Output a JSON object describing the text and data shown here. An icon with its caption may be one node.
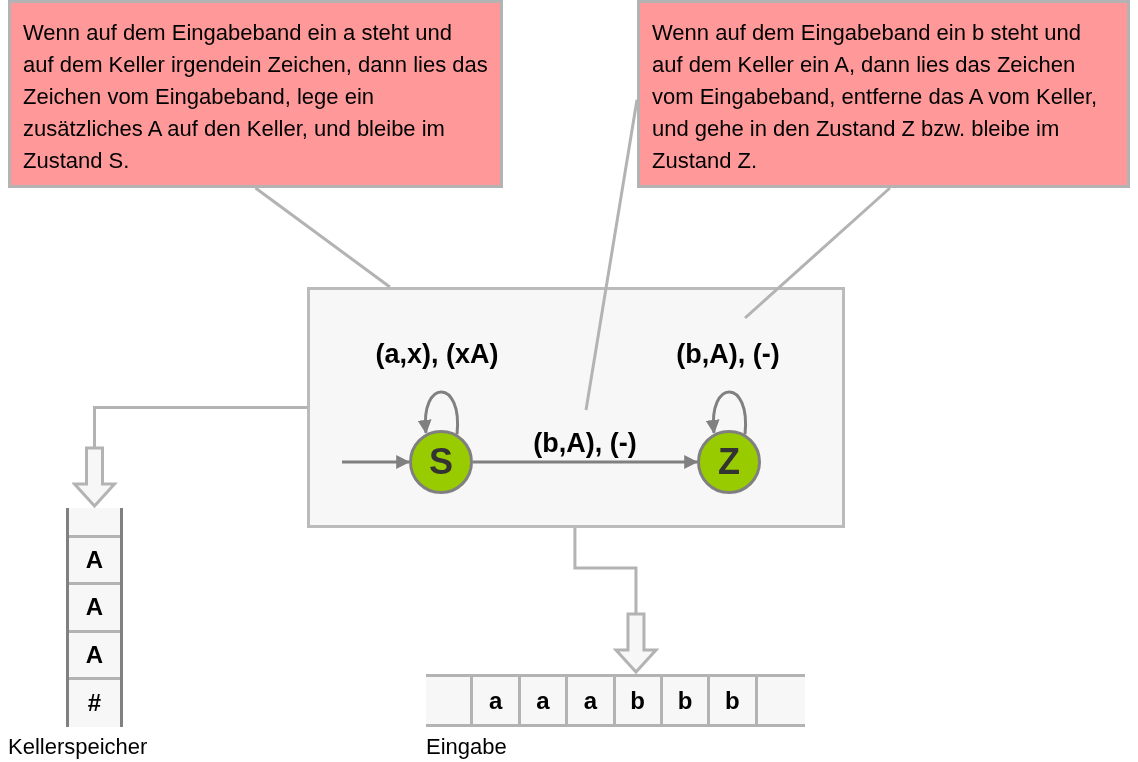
{
  "diagram": {
    "nodes": [
      {
        "text": [
          "Wenn auf dem Eingabeband ein a steht und auf dem Keller irgendein Zeichen, dann lies das Zeichen vom Eingabeband, lege ein zusätzliches A auf den Keller, und bleibe im Zustand S."
        ]
      },
      {
        "text": [
          "Wenn auf dem Eingabeband ein b steht und auf dem Keller ein A, dann lies das Zeichen vom Eingabeband, entferne das A vom Keller, und gehe in den Zustand Z bzw. bleibe im Zustand Z."
        ]
      },
      {
        "text": [],
        "shape": "box"
      },
      {
        "text": [
          "S"
        ],
        "in": 2
      },
      {
        "text": [
          "Z"
        ],
        "in": 2
      },
      {
        "text": [
          "A",
          "A",
          "A",
          "#"
        ],
        "beside": [
          "Kellerspeicher"
        ]
      },
      {
        "text": [
          "a",
          "a",
          "a",
          "b",
          "b",
          "b"
        ],
        "beside": [
          "Eingabe"
        ]
      }
    ],
    "edges": [
      {
        "from": 0,
        "to": 2,
        "arrow": "none"
      },
      {
        "from": 1,
        "to": null,
        "arrow": "none"
      },
      {
        "from": 1,
        "to": null,
        "arrow": "none"
      },
      {
        "from": null,
        "to": 3,
        "arrow": "to",
        "color": "#808080"
      },
      {
        "from": 3,
        "to": 3,
        "arrow": "to",
        "label": "(a,x), (xA)",
        "color": "#808080"
      },
      {
        "from": 3,
        "to": 4,
        "arrow": "to",
        "label": "(b,A), (-)",
        "color": "#808080"
      },
      {
        "from": 4,
        "to": 4,
        "arrow": "to",
        "label": "(b,A), (-)",
        "color": "#808080"
      },
      {
        "from": 2,
        "to": 5,
        "arrow": "to"
      },
      {
        "from": 2,
        "to": 6,
        "arrow": "to"
      }
    ]
  }
}
